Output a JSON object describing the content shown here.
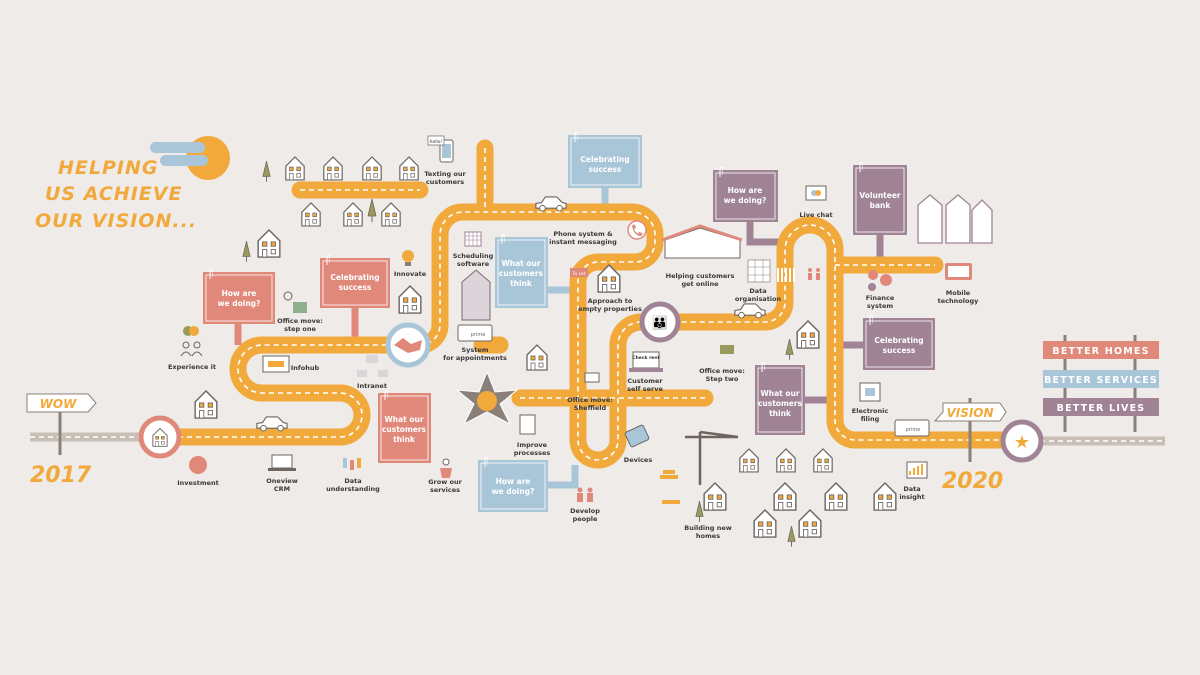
{
  "title": {
    "lines": [
      "HELPING",
      "US ACHIEVE",
      "OUR VISION..."
    ]
  },
  "start": {
    "sign": "WOW",
    "year": "2017"
  },
  "end": {
    "sign": "VISION",
    "year": "2020"
  },
  "goals": [
    "BETTER HOMES",
    "BETTER SERVICES",
    "BETTER LIVES"
  ],
  "colors": {
    "road": "#f2a93b",
    "salmon": "#e0897a",
    "blue": "#a9c6d9",
    "purple": "#a08395",
    "background": "#efebe8"
  },
  "billboards": {
    "how_salmon": [
      "How are",
      "we doing?"
    ],
    "celebrate_salmon": [
      "Celebrating",
      "success"
    ],
    "think_salmon": [
      "What our",
      "customers",
      "think"
    ],
    "celebrate_blue": [
      "Celebrating",
      "success"
    ],
    "think_blue": [
      "What our",
      "customers",
      "think"
    ],
    "how_blue": [
      "How are",
      "we doing?"
    ],
    "how_purple": [
      "How are",
      "we doing?"
    ],
    "volunteer_purple": [
      "Volunteer",
      "bank"
    ],
    "celebrate_purple": [
      "Celebrating",
      "success"
    ],
    "think_purple": [
      "What our",
      "customers",
      "think"
    ]
  },
  "labels": {
    "texting": [
      "Texting our",
      "customers"
    ],
    "phone": [
      "Phone system &",
      "instant messaging"
    ],
    "scheduling": [
      "Scheduling",
      "software"
    ],
    "innovate": [
      "Innovate"
    ],
    "office1": [
      "Office move:",
      "step one"
    ],
    "experience": [
      "Experience it"
    ],
    "infohub": [
      "Infohub"
    ],
    "intranet": [
      "Intranet"
    ],
    "appointments": [
      "System",
      "for appointments"
    ],
    "empty": [
      "Approach to",
      "empty properties"
    ],
    "online": [
      "Helping customers",
      "get online"
    ],
    "dataorg": [
      "Data",
      "organisation"
    ],
    "livechat": [
      "Live chat"
    ],
    "finance": [
      "Finance",
      "system"
    ],
    "mobile": [
      "Mobile",
      "technology"
    ],
    "office2": [
      "Office move:",
      "Step two"
    ],
    "selfserve": [
      "Customer",
      "self serve"
    ],
    "sheffield": [
      "Office move:",
      "Sheffield"
    ],
    "improve": [
      "Improve",
      "processes"
    ],
    "devices": [
      "Devices"
    ],
    "efiling": [
      "Electronic",
      "filing"
    ],
    "insight": [
      "Data",
      "insight"
    ],
    "building": [
      "Building new",
      "homes"
    ],
    "develop": [
      "Develop",
      "people"
    ],
    "grow": [
      "Grow our",
      "services"
    ],
    "dataund": [
      "Data",
      "understanding"
    ],
    "oneview": [
      "Oneview",
      "CRM"
    ],
    "investment": [
      "Investment"
    ]
  },
  "icon_text": {
    "hello": "hello!",
    "check_rent": "Check rent",
    "to_let": "To Let",
    "van": "prime"
  }
}
